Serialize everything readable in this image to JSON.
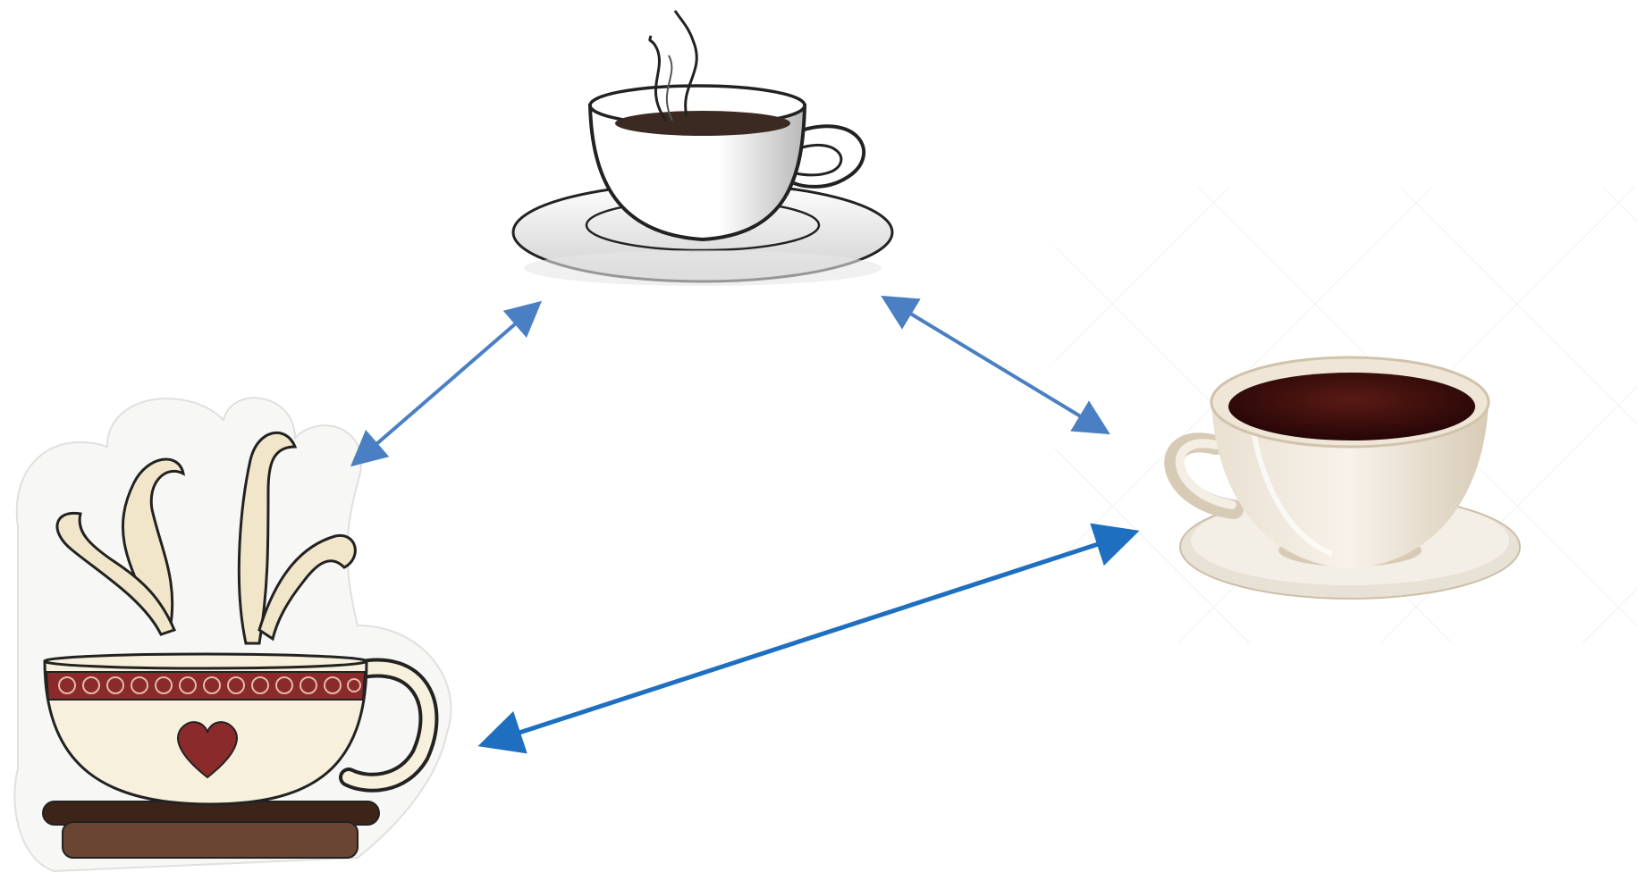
{
  "nodes": [
    {
      "id": "sketch-cup",
      "description_icon": "sketched-coffee-cup-icon"
    },
    {
      "id": "sticker-cup",
      "description_icon": "heart-coffee-cup-icon"
    },
    {
      "id": "photo-cup",
      "description_icon": "realistic-coffee-cup-icon"
    }
  ],
  "edges": [
    {
      "from": "sticker-cup",
      "to": "sketch-cup",
      "bidirectional": true
    },
    {
      "from": "sketch-cup",
      "to": "photo-cup",
      "bidirectional": true
    },
    {
      "from": "sticker-cup",
      "to": "photo-cup",
      "bidirectional": true
    }
  ],
  "colors": {
    "arrow_top": "#4a7fc4",
    "arrow_bottom": "#1f6fc1",
    "coffee_dark": "#3a0e0c",
    "band": "#8b2a2a",
    "heart": "#8b2a2a",
    "cream": "#f1e6c9"
  }
}
